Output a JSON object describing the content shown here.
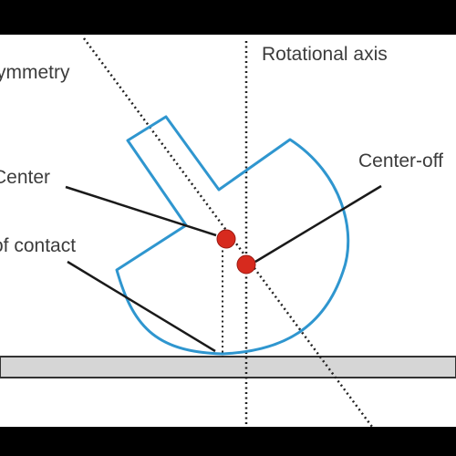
{
  "diagram": {
    "labels": {
      "symmetry_axis": "Symmetry",
      "rotational_axis": "Rotational axis",
      "center": "Center",
      "center_offset": "Center-off",
      "point_of_contact": "of contact"
    },
    "colors": {
      "background": "#ffffff",
      "frame": "#000000",
      "outline": "#2f96cf",
      "marker": "#d72a1e",
      "line": "#222222",
      "floor_fill": "#d6d6d6"
    }
  }
}
